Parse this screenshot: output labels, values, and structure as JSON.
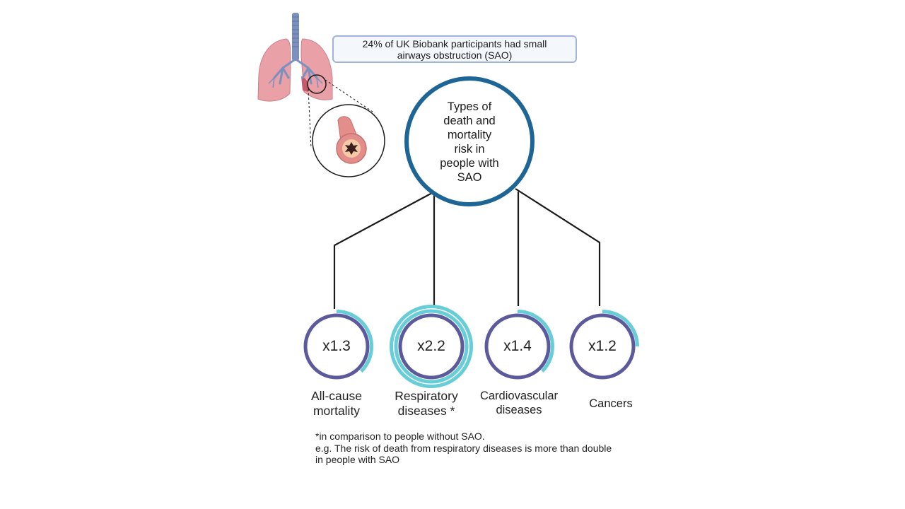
{
  "callout": {
    "lines": [
      "24% of UK Biobank participants had small",
      "airways obstruction (SAO)"
    ]
  },
  "center": {
    "lines": [
      "Types of",
      "death and",
      "mortality",
      "risk in",
      "people with",
      "SAO"
    ]
  },
  "risks": [
    {
      "multiplier": "x1.3",
      "label_lines": [
        "All-cause",
        "mortality"
      ],
      "value": 1.3
    },
    {
      "multiplier": "x2.2",
      "label_lines": [
        "Respiratory",
        "diseases *"
      ],
      "value": 2.2
    },
    {
      "multiplier": "x1.4",
      "label_lines": [
        "Cardiovascular",
        "diseases"
      ],
      "value": 1.4
    },
    {
      "multiplier": "x1.2",
      "label_lines": [
        "Cancers"
      ],
      "value": 1.2
    }
  ],
  "footnote": {
    "lines": [
      "*in comparison to people without SAO.",
      "e.g. The risk of death from respiratory diseases is more than double",
      "in people with SAO"
    ]
  },
  "colors": {
    "center_ring": "#1c6594",
    "risk_ring": "#5c5a9b",
    "risk_arc": "#67cdd7",
    "connector": "#1a1a1a",
    "callout_border": "#9fb4dc",
    "lung": "#e9a0a6",
    "trachea": "#7b90be"
  },
  "icons": {
    "lungs": "lungs-icon",
    "airway": "airway-cross-section-icon"
  }
}
